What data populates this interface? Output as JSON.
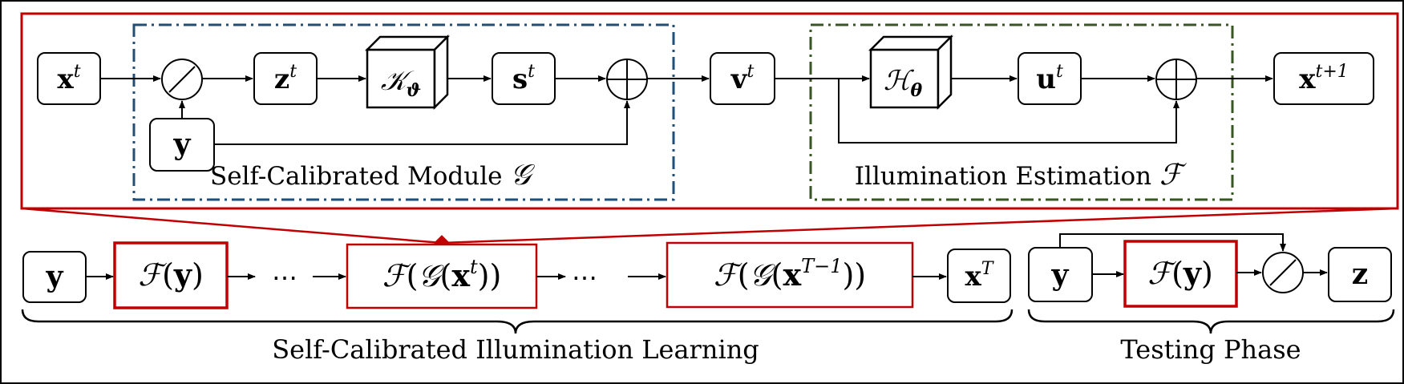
{
  "colors": {
    "outline": "#000000",
    "highlight": "#c00000",
    "calibration_box": "#1f4e79",
    "estimation_box": "#375623"
  },
  "top": {
    "sc_module_caption": "Self-Calibrated Module",
    "sc_module_symbol": "𝒢",
    "ie_caption": "Illumination Estimation",
    "ie_symbol": "ℱ",
    "nodes": {
      "x_t": {
        "base": "x",
        "sup": "t"
      },
      "y": {
        "base": "y"
      },
      "z_t": {
        "base": "z",
        "sup": "t"
      },
      "k_theta": {
        "base": "𝒦",
        "sub": "ϑ"
      },
      "s_t": {
        "base": "s",
        "sup": "t"
      },
      "v_t": {
        "base": "v",
        "sup": "t"
      },
      "h_theta": {
        "base": "ℋ",
        "sub": "θ"
      },
      "u_t": {
        "base": "u",
        "sup": "t"
      },
      "x_t1": {
        "base": "x",
        "sup": "t+1"
      }
    },
    "ops": {
      "divide": "⊘",
      "add": "⊕"
    }
  },
  "bottom": {
    "learning_caption": "Self-Calibrated Illumination Learning",
    "testing_caption": "Testing Phase",
    "y": "y",
    "f_y": {
      "f": "ℱ",
      "open": "(",
      "arg": "y",
      "close": ")"
    },
    "dots": "⋯",
    "f_g_xt": {
      "f": "ℱ",
      "g": "𝒢",
      "arg": "x",
      "sup": "t"
    },
    "f_g_xT1": {
      "f": "ℱ",
      "g": "𝒢",
      "arg": "x",
      "sup": "T−1"
    },
    "x_T": {
      "base": "x",
      "sup": "T"
    },
    "test_y": "y",
    "test_f_y": {
      "f": "ℱ",
      "arg": "y"
    },
    "z": "z"
  }
}
